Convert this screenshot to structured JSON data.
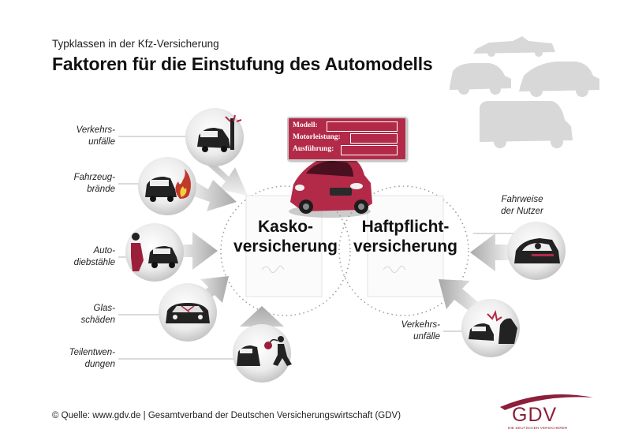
{
  "header": {
    "subtitle": "Typklassen in der Kfz-Versicherung",
    "title": "Faktoren für die Einstufung des Automodells"
  },
  "plate": {
    "row1": "Modell:",
    "row2": "Motorleistung:",
    "row3": "Ausführung:"
  },
  "center": {
    "kasko_line1": "Kasko-",
    "kasko_line2": "versicherung",
    "haft_line1": "Haftpflicht-",
    "haft_line2": "versicherung"
  },
  "left_factors": [
    {
      "line1": "Verkehrs-",
      "line2": "unfälle"
    },
    {
      "line1": "Fahrzeug-",
      "line2": "brände"
    },
    {
      "line1": "Auto-",
      "line2": "diebstähle"
    },
    {
      "line1": "Glas-",
      "line2": "schäden"
    },
    {
      "line1": "Teilentwen-",
      "line2": "dungen"
    }
  ],
  "right_factors": [
    {
      "line1": "Fahrweise",
      "line2": "der Nutzer"
    },
    {
      "line1": "Verkehrs-",
      "line2": "unfälle"
    }
  ],
  "footer": {
    "source": "© Quelle: www.gdv.de | Gesamtverband der Deutschen Versicherungswirtschaft (GDV)"
  },
  "logo": {
    "text": "GDV",
    "sub": "DIE DEUTSCHEN VERSICHERER"
  },
  "colors": {
    "accent": "#b22a48",
    "logo": "#8c1f3a",
    "circle": "#d9d9d9",
    "arrow": "#bdbdbd"
  }
}
